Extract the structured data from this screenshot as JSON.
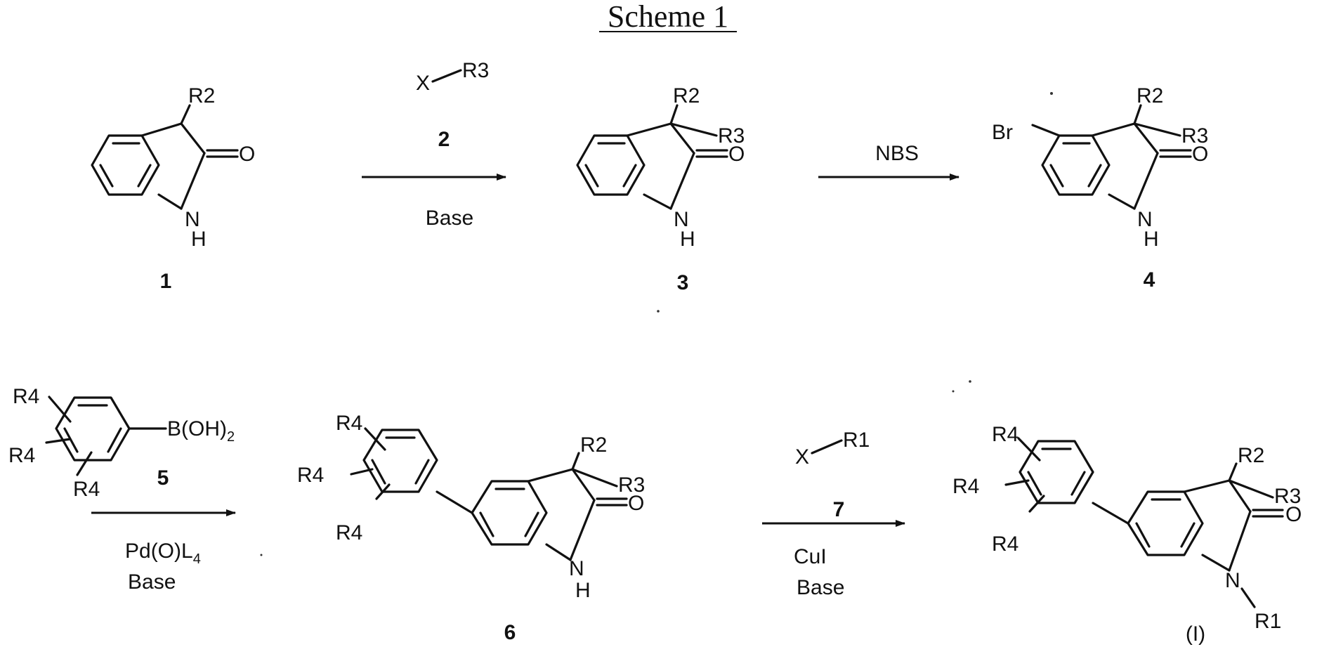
{
  "scheme": {
    "title": "Scheme 1"
  },
  "compounds": {
    "c1": {
      "label": "1"
    },
    "c2": {
      "label": "2"
    },
    "c3": {
      "label": "3"
    },
    "c4": {
      "label": "4"
    },
    "c5": {
      "label": "5"
    },
    "c6": {
      "label": "6"
    },
    "c7": {
      "label": "7"
    },
    "cI": {
      "label": "(I)"
    }
  },
  "atoms": {
    "R1": "R1",
    "R2": "R2",
    "R3": "R3",
    "R4": "R4",
    "X": "X",
    "O": "O",
    "N": "N",
    "NH_N": "N",
    "NH_H": "H",
    "Br": "Br",
    "B_main": "B(OH)",
    "B_sub": "2"
  },
  "reagents": {
    "step1_below": "Base",
    "step2_above": "NBS",
    "step3_cat_main": "Pd(O)L",
    "step3_cat_sub": "4",
    "step3_base": "Base",
    "step4_cat": "CuI",
    "step4_base": "Base"
  }
}
